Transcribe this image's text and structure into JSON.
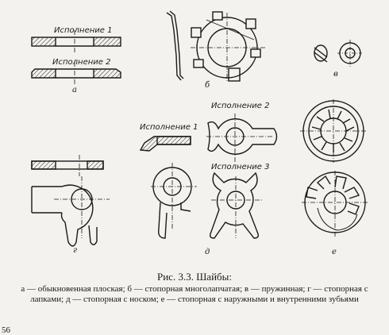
{
  "labels": {
    "ispolnenie_1_a": "Исполнение 1",
    "ispolnenie_2_a": "Исполнение 2",
    "ispolnenie_1_d": "Исполнение 1",
    "ispolnenie_2_d": "Исполнение 2",
    "ispolnenie_3_d": "Исполнение 3"
  },
  "letters": {
    "a": "а",
    "b": "б",
    "v": "в",
    "g": "г",
    "d": "д",
    "e": "е"
  },
  "caption": {
    "title": "Рис. 3.3. Шайбы:",
    "text": "а — обыкновенная плоская; б — стопорная многолапчатая; в — пружинная; г — стопорная с лапками; д — стопорная с носком; е — стопорная с наружными и внутренними зубьями"
  },
  "page_number": "56"
}
